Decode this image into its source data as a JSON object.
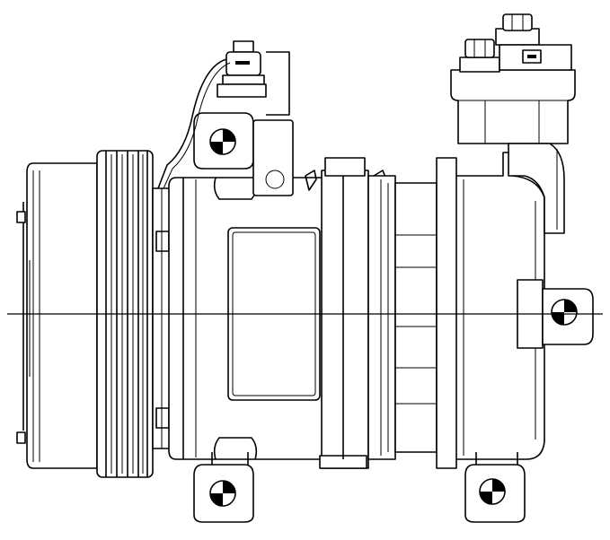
{
  "drawing": {
    "subject": "air-conditioning-compressor",
    "view": "side-elevation",
    "line_color": "#000000",
    "background_color": "#ffffff",
    "mount_ear_symbol": "centre-of-mass-quartered-circle"
  }
}
